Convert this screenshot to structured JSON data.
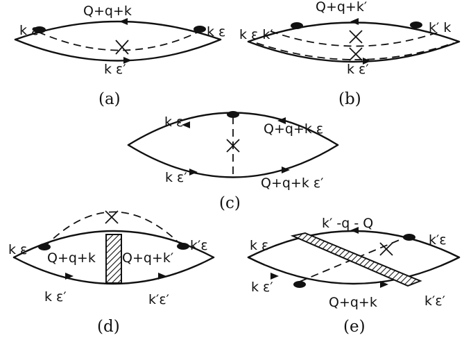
{
  "diagrams": {
    "a": {
      "caption": "(a)",
      "labels": {
        "top": "Q+q+k",
        "left": "k ε",
        "right": "k ε",
        "bottom": "k ε′"
      }
    },
    "b": {
      "caption": "(b)",
      "labels": {
        "top": "Q+q+k′",
        "left": "k ε k′",
        "right": "k′ k",
        "bottom": "k ε′"
      }
    },
    "c": {
      "caption": "(c)",
      "labels": {
        "top_left": "k ε",
        "top_right": "Q+q+k ε",
        "bottom_left": "k ε′",
        "bottom_right": "Q+q+k ε′"
      }
    },
    "d": {
      "caption": "(d)",
      "labels": {
        "left": "k ε",
        "right": "k′ε",
        "inner_left": "Q+q+k",
        "inner_right": "Q+q+k′",
        "bottom_left": "k ε′",
        "bottom_right": "k′ε′"
      }
    },
    "e": {
      "caption": "(e)",
      "labels": {
        "top": "k′ -q - Q",
        "left": "k ε",
        "right": "k′ε",
        "bottom_left": "k ε′",
        "bottom_mid": "Q+q+k",
        "bottom_right": "k′ε′"
      }
    }
  }
}
